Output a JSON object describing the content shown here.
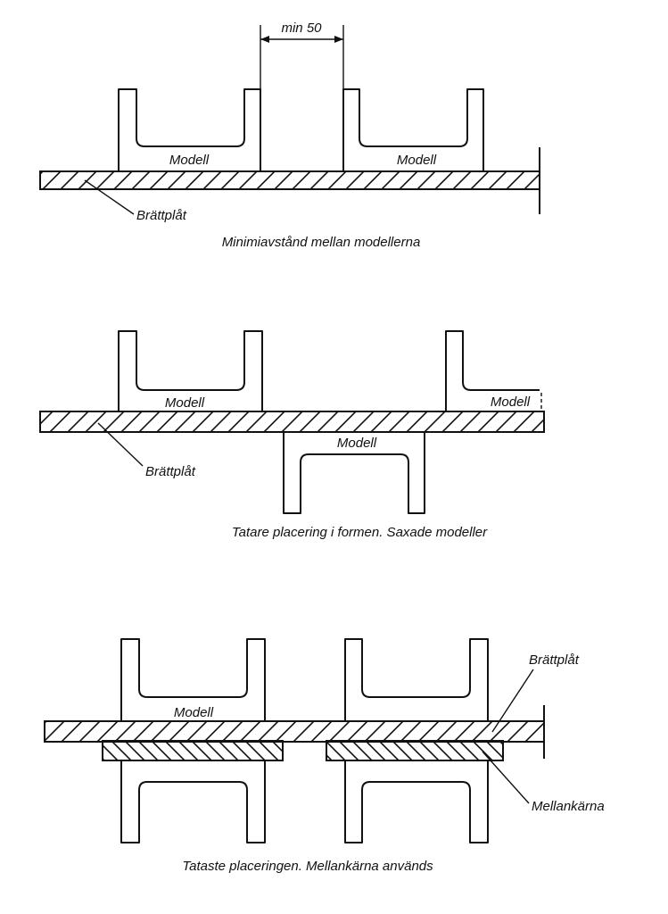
{
  "diagram1": {
    "dimension": "min 50",
    "model_left": "Modell",
    "model_right": "Modell",
    "plate": "Brättplåt",
    "caption": "Minimiavstånd mellan modellerna"
  },
  "diagram2": {
    "model_left": "Modell",
    "model_right": "Modell",
    "model_bottom": "Modell",
    "plate": "Brättplåt",
    "caption": "Tatare placering i formen. Saxade modeller"
  },
  "diagram3": {
    "model": "Modell",
    "plate": "Brättplåt",
    "core": "Mellankärna",
    "caption": "Tataste placeringen. Mellankärna används"
  },
  "colors": {
    "ink": "#111111",
    "background": "#ffffff"
  }
}
